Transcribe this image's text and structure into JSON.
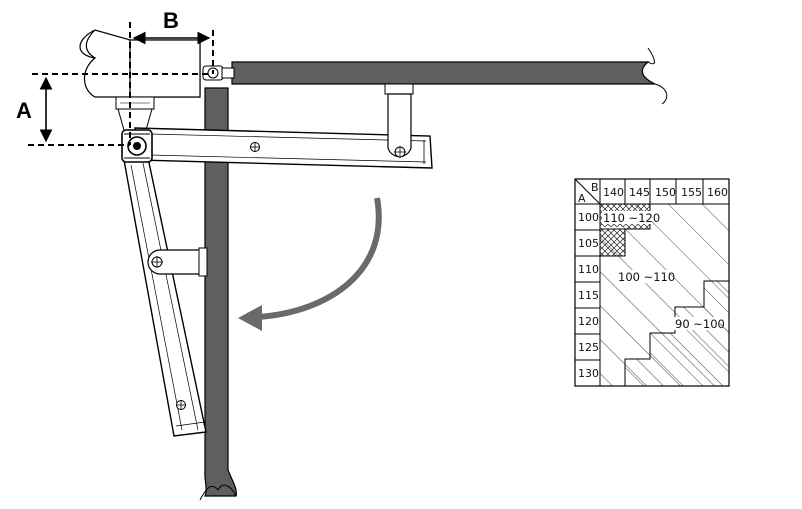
{
  "labels": {
    "dim_a": "A",
    "dim_b": "B"
  },
  "table": {
    "corner_b": "B",
    "corner_a": "A",
    "b_values": [
      "140",
      "145",
      "150",
      "155",
      "160"
    ],
    "a_values": [
      "100",
      "105",
      "110",
      "115",
      "120",
      "125",
      "130"
    ],
    "zones": {
      "top": "110 ~120",
      "middle": "100 ~110",
      "bottom": "90 ~100"
    }
  }
}
